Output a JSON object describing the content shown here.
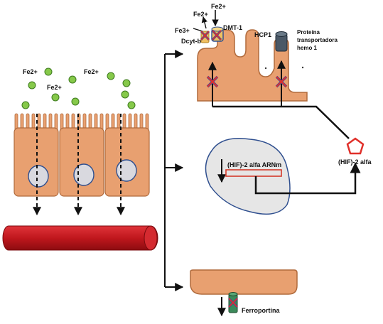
{
  "labels": {
    "fe2_top_a": "Fe2+",
    "fe2_top_b": "Fe2+",
    "fe3": "Fe3+",
    "dcytb": "Dcyt-b",
    "dmt1": "DMT-1",
    "hcp1": "HCP1",
    "heme_protein_l1": "Proteína",
    "heme_protein_l2": "transportadora",
    "heme_protein_l3": "hemo 1",
    "fe2_lumen_1": "Fe2+",
    "fe2_lumen_2": "Fe2+",
    "fe2_lumen_3": "Fe2+",
    "hif_mrna": "(HIF)-2 alfa ARNm",
    "hif_protein": "(HIF)-2 alfa",
    "ferroportin": "Ferroportina"
  },
  "colors": {
    "cell_fill": "#e8a070",
    "cell_stroke": "#b06a3c",
    "nucleus_fill": "#d9d9df",
    "nucleus_stroke": "#2f4f8f",
    "iron_dot": "#86c94a",
    "iron_dot_stroke": "#3d7a1e",
    "inhibit_cross": "#e0302a",
    "inhibit_ring": "#3a4aa0",
    "blood_vessel": "#c0171d",
    "hif_pentagon": "#e0302a",
    "mrna_box": "#d43a2a",
    "dmt1_fill": "#f0c060",
    "hcp1_fill": "#4a5866",
    "ferroportin_fill": "#3b8a5a"
  },
  "icons": {
    "inhibition_marker": "red-x-icon",
    "pathway_arrow": "arrow-icon",
    "hif_protein": "pentagon-icon",
    "transporter": "channel-icon"
  }
}
